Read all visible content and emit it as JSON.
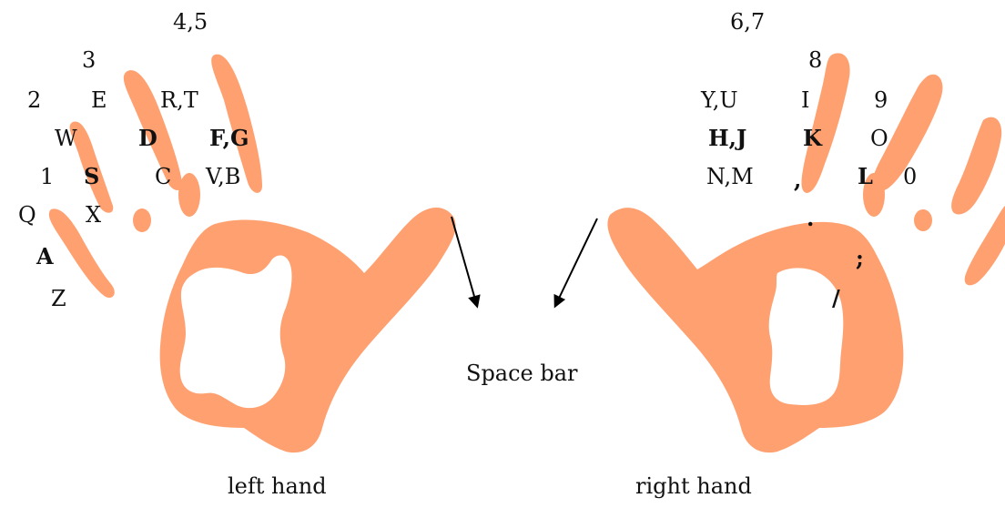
{
  "palm_color": "#FFA070",
  "left_hand": {
    "keys": {
      "k45": "4,5",
      "k3": "3",
      "k2": "2",
      "kE": "E",
      "kRT": "R,T",
      "kW": "W",
      "kD": "D",
      "kFG": "F,G",
      "k1": "1",
      "kS": "S",
      "kC": "C",
      "kVB": "V,B",
      "kQ": "Q",
      "kX": "X",
      "kA": "A",
      "kZ": "Z"
    },
    "caption": "left hand"
  },
  "right_hand": {
    "keys": {
      "k67": "6,7",
      "k8": "8",
      "kYU": "Y,U",
      "kI": "I",
      "k9": "9",
      "kHJ": "H,J",
      "kK": "K",
      "kO": "O",
      "kNM": "N,M",
      "kComma": ",",
      "kL": "L",
      "k0": "0",
      "kPeriod": ".",
      "kSemi": ";",
      "kSlash": "/"
    },
    "caption": "right hand"
  },
  "space_bar_label": "Space bar"
}
